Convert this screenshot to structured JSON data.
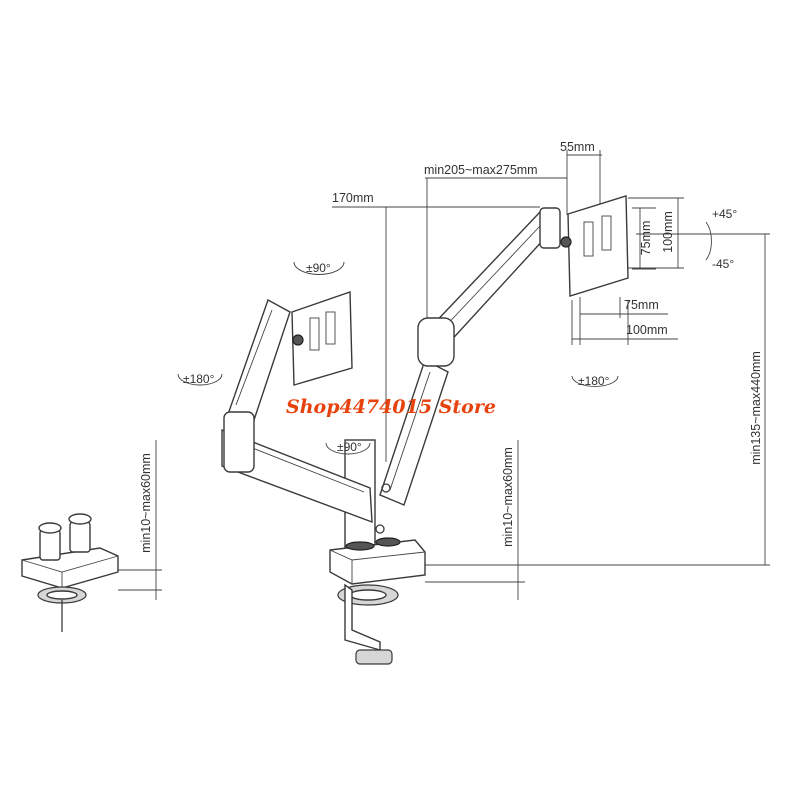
{
  "dimensions": {
    "d55": "55mm",
    "reach": "min205~max275mm",
    "d170": "170mm",
    "vesa75": "75mm",
    "vesa100": "100mm",
    "vesa75h": "75mm",
    "vesa100h": "100mm",
    "height": "min135~max440mm",
    "desk_main": "min10~max60mm",
    "desk_left": "min10~max60mm"
  },
  "rotations": {
    "left_swivel": "±90°",
    "left_arm": "±180°",
    "left_lower": "±90°",
    "right_arm": "±180°",
    "tilt_up": "+45°",
    "tilt_down": "-45°"
  },
  "watermark": "Shop4474015 Store",
  "colors": {
    "line": "#3a3a3a",
    "watermark": "#e8420c",
    "shade": "#d6d6d6"
  }
}
